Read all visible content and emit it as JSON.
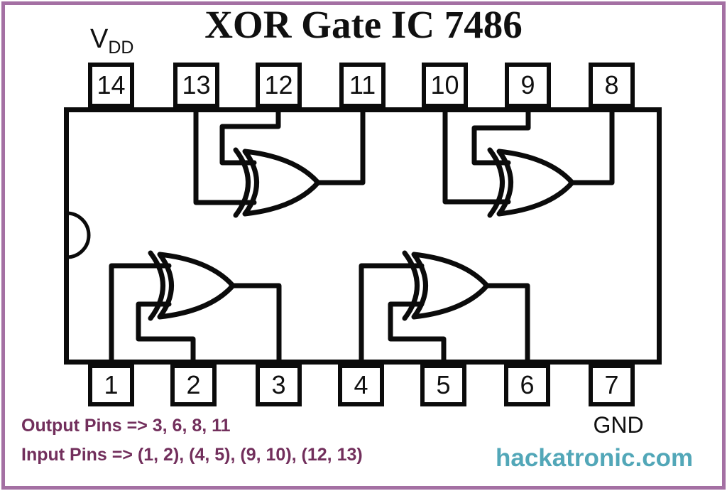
{
  "title": "XOR Gate IC 7486",
  "ic": {
    "power_label_base": "V",
    "power_label_sub": "DD",
    "ground_label": "GND"
  },
  "pins": {
    "top": [
      "14",
      "13",
      "12",
      "11",
      "10",
      "9",
      "8"
    ],
    "bottom": [
      "1",
      "2",
      "3",
      "4",
      "5",
      "6",
      "7"
    ]
  },
  "gates": [
    {
      "inputs": [
        "12",
        "13"
      ],
      "output": "11",
      "position": "top-left"
    },
    {
      "inputs": [
        "9",
        "10"
      ],
      "output": "8",
      "position": "top-right"
    },
    {
      "inputs": [
        "1",
        "2"
      ],
      "output": "3",
      "position": "bottom-left"
    },
    {
      "inputs": [
        "4",
        "5"
      ],
      "output": "6",
      "position": "bottom-right"
    }
  ],
  "notes": {
    "output_pins": "Output Pins => 3, 6, 8, 11",
    "input_pins": "Input Pins => (1, 2), (4, 5), (9, 10), (12, 13)"
  },
  "watermark": "hackatronic.com",
  "colors": {
    "frame": "#a470a3",
    "diagram": "#0b0b0b",
    "note": "#722f5c",
    "watermark": "#52a7b8",
    "background": "#ffffff"
  }
}
